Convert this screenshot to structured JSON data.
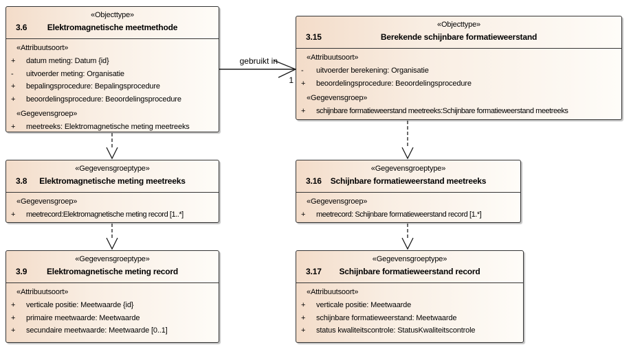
{
  "colors": {
    "box_fill_left": "#F3DCC9",
    "box_fill_right": "#FEFCF8",
    "box_border": "#333333",
    "box_shadow": "#919191",
    "connector_line": "#1A1A1A",
    "text": "#000000",
    "background": "#FFFFFF"
  },
  "connector": {
    "label": "gebruikt in",
    "multiplicity": "1"
  },
  "boxes": [
    {
      "stereotype": "«Objecttype»",
      "number": "3.6",
      "title": "Elektromagnetische meetmethode",
      "groups": [
        {
          "heading": "«Attribuutsoort»",
          "rows": [
            {
              "vis": "+",
              "text": "datum meting: Datum {id}"
            },
            {
              "vis": "-",
              "text": "uitvoerder meting: Organisatie"
            },
            {
              "vis": "+",
              "text": "bepalingsprocedure: Bepalingsprocedure"
            },
            {
              "vis": "+",
              "text": "beoordelingsprocedure: Beoordelingsprocedure"
            }
          ]
        },
        {
          "heading": "«Gegevensgroep»",
          "rows": [
            {
              "vis": "+",
              "text": "meetreeks: Elektromagnetische meting meetreeks"
            }
          ]
        }
      ]
    },
    {
      "stereotype": "«Objecttype»",
      "number": "3.15",
      "title": "Berekende schijnbare formatieweerstand",
      "groups": [
        {
          "heading": "«Attribuutsoort»",
          "rows": [
            {
              "vis": "-",
              "text": "uitvoerder berekening: Organisatie"
            },
            {
              "vis": "+",
              "text": "beoordelingsprocedure: Beoordelingsprocedure"
            }
          ]
        },
        {
          "heading": "«Gegevensgroep»",
          "rows": [
            {
              "vis": "+",
              "text": "schijnbare formatieweerstand meetreeks:Schijnbare formatieweerstand meetreeks"
            }
          ]
        }
      ]
    },
    {
      "stereotype": "«Gegevensgroeptype»",
      "number": "3.8",
      "title": "Elektromagnetische meting meetreeks",
      "groups": [
        {
          "heading": "«Gegevensgroep»",
          "rows": [
            {
              "vis": "+",
              "text": "meetrecord:Elektromagnetische meting record [1..*]"
            }
          ]
        }
      ]
    },
    {
      "stereotype": "«Gegevensgroeptype»",
      "number": "3.16",
      "title": "Schijnbare formatieweerstand meetreeks",
      "groups": [
        {
          "heading": "«Gegevensgroep»",
          "rows": [
            {
              "vis": "+",
              "text": "meetrecord: Schijnbare formatieweerstand record [1.*]"
            }
          ]
        }
      ]
    },
    {
      "stereotype": "«Gegevensgroeptype»",
      "number": "3.9",
      "title": "Elektromagnetische meting record",
      "groups": [
        {
          "heading": "«Attribuutsoort»",
          "rows": [
            {
              "vis": "+",
              "text": "verticale positie: Meetwaarde {id}"
            },
            {
              "vis": "+",
              "text": "primaire meetwaarde: Meetwaarde"
            },
            {
              "vis": "+",
              "text": "secundaire meetwaarde: Meetwaarde [0..1]"
            }
          ]
        }
      ]
    },
    {
      "stereotype": "«Gegevensgroeptype»",
      "number": "3.17",
      "title": "Schijnbare formatieweerstand record",
      "groups": [
        {
          "heading": "«Attribuutsoort»",
          "rows": [
            {
              "vis": "+",
              "text": "verticale positie: Meetwaarde"
            },
            {
              "vis": "+",
              "text": "schijnbare formatieweerstand: Meetwaarde"
            },
            {
              "vis": "+",
              "text": "status kwaliteitscontrole: StatusKwaliteitscontrole"
            }
          ]
        }
      ]
    }
  ]
}
